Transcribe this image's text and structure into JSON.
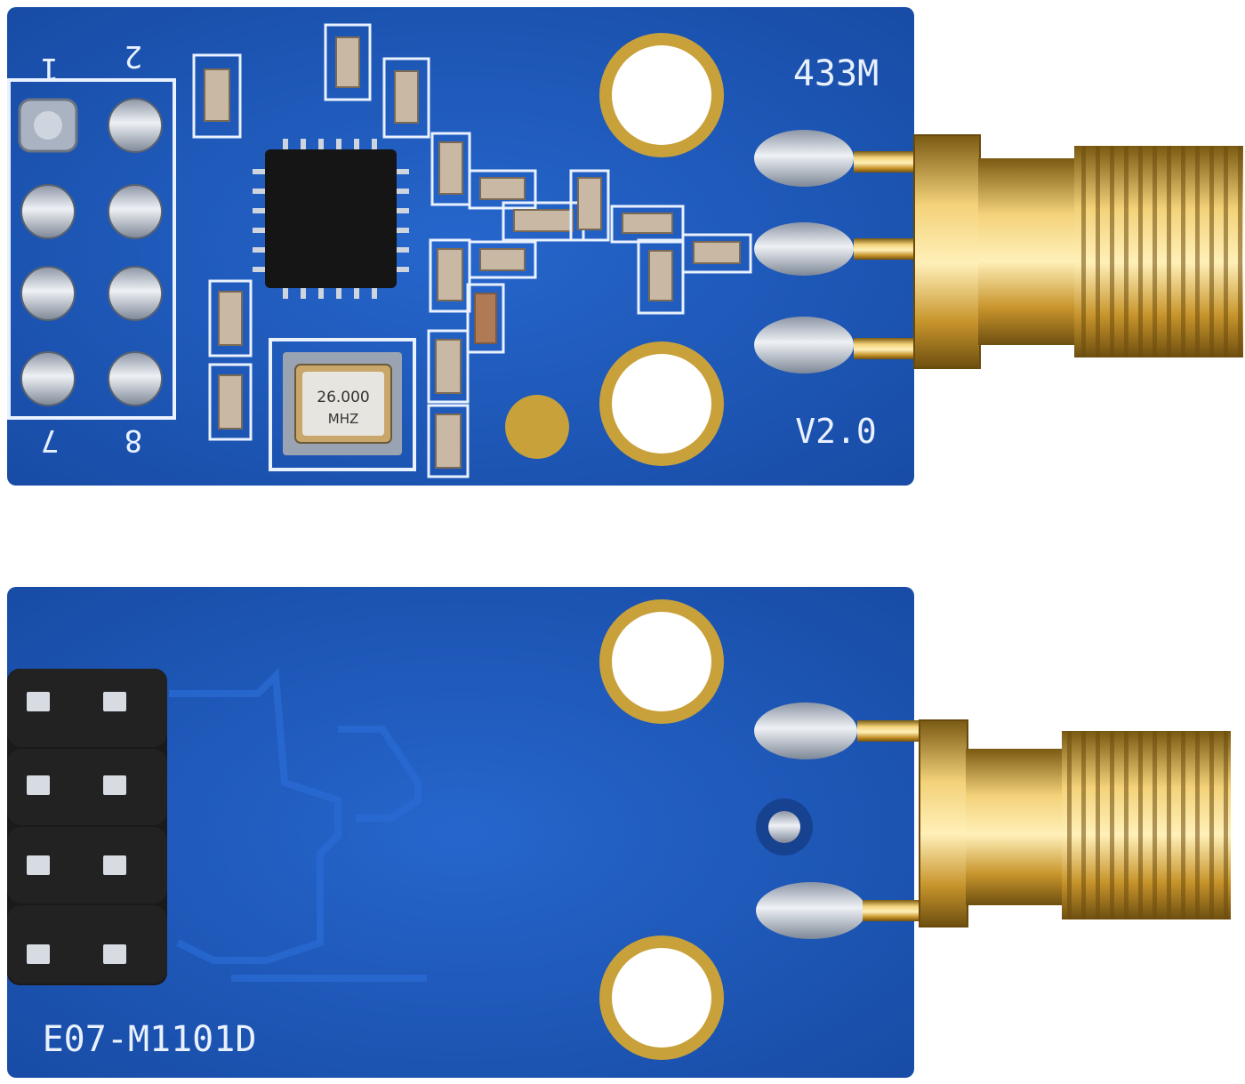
{
  "top_module": {
    "pin_1": "1",
    "pin_2": "2",
    "pin_7": "7",
    "pin_8": "8",
    "band": "433M",
    "version": "V2.0",
    "crystal_freq": "26.000",
    "crystal_unit": "MHZ"
  },
  "bottom_module": {
    "model": "E07-M1101D"
  },
  "colors": {
    "pcb": "#1f5bbd",
    "silkscreen": "#e9f1ff",
    "gold": "#c9a13a",
    "header": "#1a1a1a"
  }
}
